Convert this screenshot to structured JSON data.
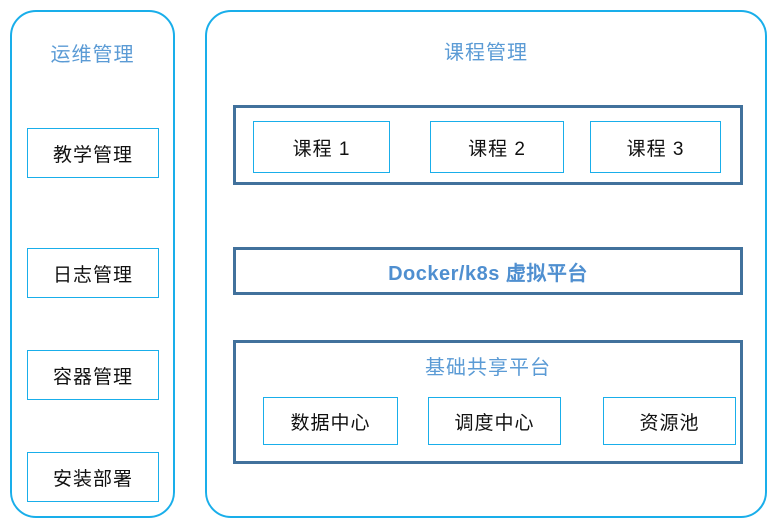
{
  "diagram": {
    "ops_panel": {
      "title": "运维管理",
      "items": [
        {
          "label": "教学管理"
        },
        {
          "label": "日志管理"
        },
        {
          "label": "容器管理"
        },
        {
          "label": "安装部署"
        }
      ]
    },
    "course_panel": {
      "title": "课程管理",
      "courses_section": {
        "items": [
          {
            "label": "课程 1"
          },
          {
            "label": "课程 2"
          },
          {
            "label": "课程 3"
          }
        ]
      },
      "docker_section": {
        "label": "Docker/k8s 虚拟平台"
      },
      "base_section": {
        "title": "基础共享平台",
        "items": [
          {
            "label": "数据中心"
          },
          {
            "label": "调度中心"
          },
          {
            "label": "资源池"
          }
        ]
      }
    }
  },
  "colors": {
    "panel_border": "#19AEEA",
    "section_border": "#41719C",
    "title_text": "#5B9BD5",
    "docker_text": "#4F8FD0",
    "box_text": "#111111",
    "background": "#FFFFFF"
  }
}
